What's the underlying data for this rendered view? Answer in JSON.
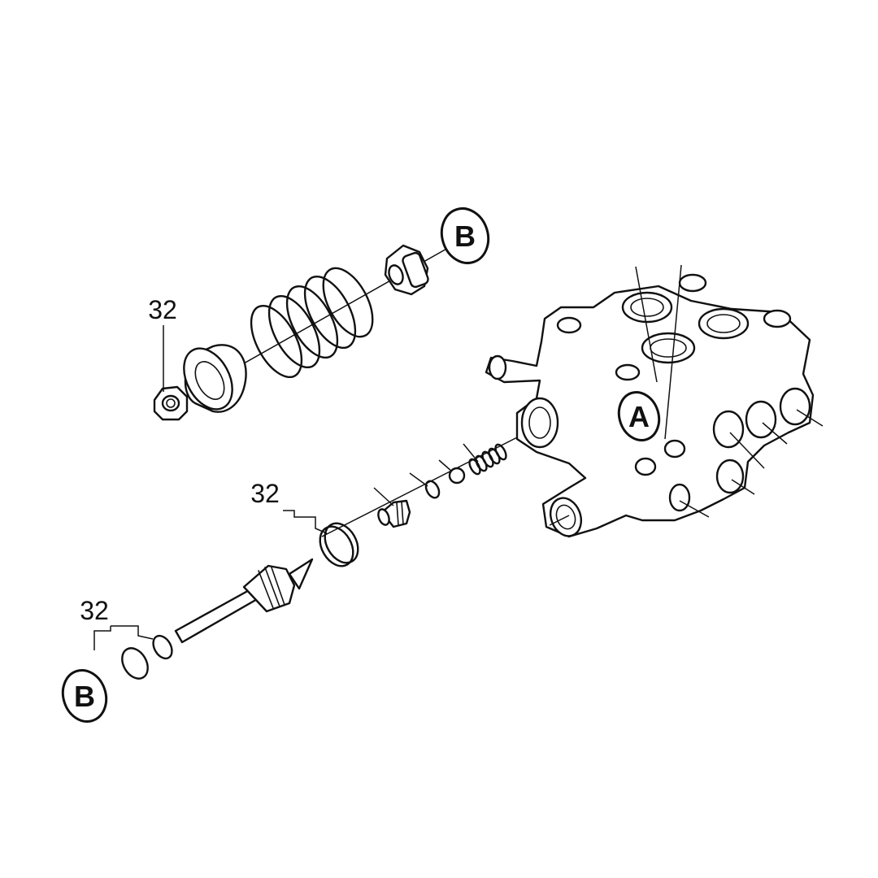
{
  "callouts": {
    "nut_ref": "32",
    "seal_ref": "32",
    "oring_ref": "32"
  },
  "connectors": {
    "upper_b": "B",
    "lower_b": "B",
    "port_a": "A"
  },
  "colors": {
    "line": "#111111",
    "fill": "#ffffff"
  }
}
